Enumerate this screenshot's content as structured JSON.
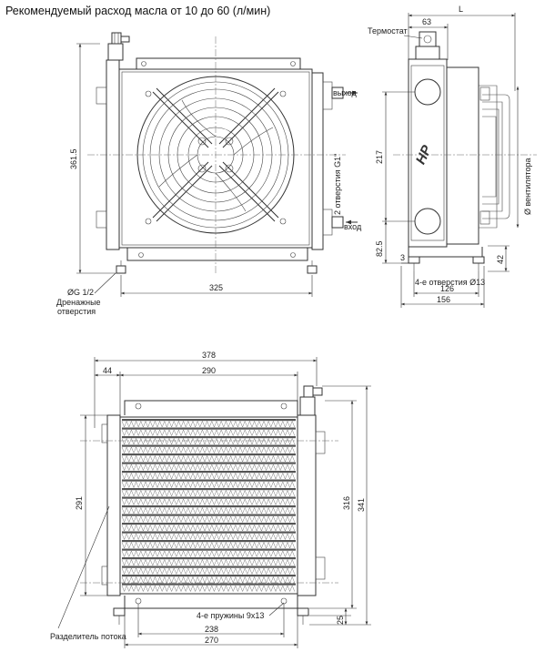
{
  "header": {
    "title": "Рекомендуемый расход масла от 10 до 60 (л/мин)"
  },
  "front_view": {
    "height_label": "361.5",
    "width_label": "325",
    "outlet_label": "выход",
    "inlet_label": "вход",
    "port_label": "2 отверстия G1\"",
    "drain_label": "ØG 1/2",
    "drain_caption_1": "Дренажные",
    "drain_caption_2": "отверстия"
  },
  "side_view": {
    "thermostat_label": "Термостат",
    "dim_63": "63",
    "dim_L": "L",
    "dim_217": "217",
    "dim_82_5": "82.5",
    "dim_3": "3",
    "dim_42": "42",
    "holes_label": "4-е отверстия Ø13",
    "dim_126": "126",
    "dim_156": "156",
    "fan_label": "Ø вентилятора"
  },
  "bottom_view": {
    "dim_378": "378",
    "dim_44": "44",
    "dim_290": "290",
    "dim_291": "291",
    "dim_316": "316",
    "dim_341": "341",
    "dim_25": "25",
    "springs_label": "4-е пружины 9x13",
    "dim_238": "238",
    "dim_270": "270",
    "divider_label": "Разделитель потока"
  }
}
